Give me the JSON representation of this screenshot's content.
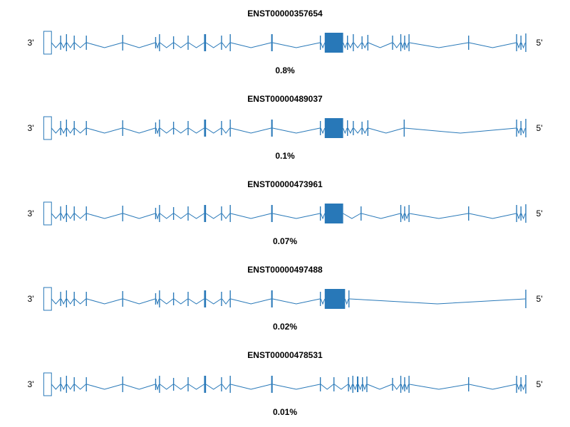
{
  "colors": {
    "accent": "#2878b8",
    "background": "#ffffff"
  },
  "labels": {
    "left_end": "3'",
    "right_end": "5'"
  },
  "exon_format": [
    "center_x_0_1000",
    "width",
    "height",
    "kind_0tick_1openbox_2filledbox"
  ],
  "transcripts": [
    {
      "id": "ENST00000357654",
      "usage": "0.8%",
      "exons": [
        [
          10,
          16,
          32,
          1
        ],
        [
          37,
          2,
          20,
          0
        ],
        [
          49,
          2,
          24,
          0
        ],
        [
          65,
          2,
          20,
          0
        ],
        [
          90,
          2,
          20,
          0
        ],
        [
          165,
          2,
          22,
          0
        ],
        [
          233,
          2,
          16,
          0
        ],
        [
          241,
          2,
          24,
          0
        ],
        [
          270,
          2,
          18,
          0
        ],
        [
          300,
          2,
          20,
          0
        ],
        [
          335,
          4,
          24,
          0
        ],
        [
          369,
          2,
          20,
          0
        ],
        [
          387,
          2,
          24,
          0
        ],
        [
          473,
          3,
          24,
          0
        ],
        [
          573,
          2,
          20,
          0
        ],
        [
          601,
          38,
          28,
          2
        ],
        [
          629,
          2,
          20,
          0
        ],
        [
          641,
          2,
          24,
          0
        ],
        [
          659,
          2,
          18,
          0
        ],
        [
          671,
          2,
          22,
          0
        ],
        [
          722,
          2,
          20,
          0
        ],
        [
          739,
          2,
          24,
          0
        ],
        [
          747,
          2,
          20,
          0
        ],
        [
          756,
          2,
          24,
          0
        ],
        [
          879,
          2,
          20,
          0
        ],
        [
          978,
          2,
          24,
          0
        ],
        [
          987,
          2,
          20,
          0
        ],
        [
          997,
          2,
          26,
          0
        ]
      ]
    },
    {
      "id": "ENST00000489037",
      "usage": "0.1%",
      "exons": [
        [
          10,
          16,
          32,
          1
        ],
        [
          37,
          2,
          20,
          0
        ],
        [
          49,
          2,
          24,
          0
        ],
        [
          65,
          2,
          20,
          0
        ],
        [
          90,
          2,
          20,
          0
        ],
        [
          165,
          2,
          22,
          0
        ],
        [
          233,
          2,
          16,
          0
        ],
        [
          241,
          2,
          24,
          0
        ],
        [
          270,
          2,
          18,
          0
        ],
        [
          300,
          2,
          20,
          0
        ],
        [
          335,
          4,
          24,
          0
        ],
        [
          369,
          2,
          20,
          0
        ],
        [
          387,
          2,
          24,
          0
        ],
        [
          473,
          3,
          24,
          0
        ],
        [
          573,
          2,
          20,
          0
        ],
        [
          601,
          38,
          28,
          2
        ],
        [
          629,
          2,
          22,
          0
        ],
        [
          641,
          2,
          20,
          0
        ],
        [
          659,
          2,
          18,
          0
        ],
        [
          671,
          2,
          22,
          0
        ],
        [
          746,
          2,
          24,
          0
        ],
        [
          978,
          2,
          24,
          0
        ],
        [
          987,
          2,
          20,
          0
        ],
        [
          997,
          2,
          26,
          0
        ]
      ]
    },
    {
      "id": "ENST00000473961",
      "usage": "0.07%",
      "exons": [
        [
          10,
          16,
          32,
          1
        ],
        [
          37,
          2,
          20,
          0
        ],
        [
          49,
          2,
          24,
          0
        ],
        [
          65,
          2,
          20,
          0
        ],
        [
          90,
          2,
          20,
          0
        ],
        [
          165,
          2,
          22,
          0
        ],
        [
          233,
          2,
          16,
          0
        ],
        [
          241,
          2,
          24,
          0
        ],
        [
          270,
          2,
          18,
          0
        ],
        [
          300,
          2,
          20,
          0
        ],
        [
          335,
          4,
          24,
          0
        ],
        [
          369,
          2,
          20,
          0
        ],
        [
          387,
          2,
          24,
          0
        ],
        [
          473,
          3,
          24,
          0
        ],
        [
          573,
          2,
          20,
          0
        ],
        [
          601,
          38,
          28,
          2
        ],
        [
          657,
          2,
          20,
          0
        ],
        [
          739,
          2,
          24,
          0
        ],
        [
          747,
          2,
          20,
          0
        ],
        [
          756,
          2,
          24,
          0
        ],
        [
          879,
          2,
          20,
          0
        ],
        [
          978,
          2,
          24,
          0
        ],
        [
          987,
          2,
          20,
          0
        ],
        [
          997,
          2,
          26,
          0
        ]
      ]
    },
    {
      "id": "ENST00000497488",
      "usage": "0.02%",
      "exons": [
        [
          10,
          16,
          32,
          1
        ],
        [
          37,
          2,
          20,
          0
        ],
        [
          49,
          2,
          24,
          0
        ],
        [
          65,
          2,
          20,
          0
        ],
        [
          90,
          2,
          20,
          0
        ],
        [
          165,
          2,
          22,
          0
        ],
        [
          233,
          2,
          16,
          0
        ],
        [
          241,
          2,
          24,
          0
        ],
        [
          270,
          2,
          18,
          0
        ],
        [
          300,
          2,
          20,
          0
        ],
        [
          335,
          4,
          24,
          0
        ],
        [
          369,
          2,
          20,
          0
        ],
        [
          387,
          2,
          24,
          0
        ],
        [
          473,
          3,
          24,
          0
        ],
        [
          573,
          2,
          20,
          0
        ],
        [
          603,
          42,
          28,
          2
        ],
        [
          632,
          2,
          24,
          0
        ],
        [
          997,
          2,
          26,
          0
        ]
      ]
    },
    {
      "id": "ENST00000478531",
      "usage": "0.01%",
      "exons": [
        [
          10,
          16,
          32,
          1
        ],
        [
          37,
          2,
          20,
          0
        ],
        [
          49,
          2,
          24,
          0
        ],
        [
          65,
          2,
          20,
          0
        ],
        [
          90,
          2,
          20,
          0
        ],
        [
          165,
          2,
          22,
          0
        ],
        [
          233,
          2,
          16,
          0
        ],
        [
          241,
          2,
          24,
          0
        ],
        [
          270,
          2,
          18,
          0
        ],
        [
          300,
          2,
          20,
          0
        ],
        [
          335,
          4,
          24,
          0
        ],
        [
          369,
          2,
          20,
          0
        ],
        [
          387,
          2,
          24,
          0
        ],
        [
          473,
          3,
          24,
          0
        ],
        [
          573,
          2,
          20,
          0
        ],
        [
          601,
          2,
          20,
          0
        ],
        [
          631,
          2,
          20,
          0
        ],
        [
          640,
          2,
          24,
          0
        ],
        [
          650,
          3,
          22,
          0
        ],
        [
          660,
          2,
          20,
          0
        ],
        [
          669,
          2,
          22,
          0
        ],
        [
          722,
          2,
          18,
          0
        ],
        [
          739,
          2,
          24,
          0
        ],
        [
          747,
          2,
          20,
          0
        ],
        [
          756,
          2,
          24,
          0
        ],
        [
          879,
          2,
          20,
          0
        ],
        [
          978,
          2,
          24,
          0
        ],
        [
          987,
          2,
          20,
          0
        ],
        [
          997,
          2,
          26,
          0
        ]
      ]
    }
  ]
}
